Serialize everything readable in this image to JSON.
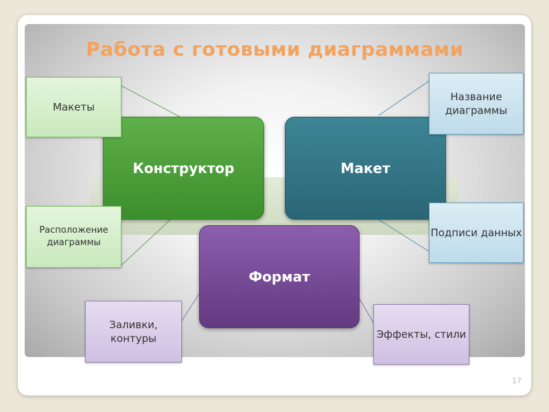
{
  "slide": {
    "title": "Работа с готовыми диаграммами",
    "page_number": "17"
  },
  "main_blocks": {
    "constructor": "Конструктор",
    "layout": "Макет",
    "format": "Формат"
  },
  "callouts": {
    "layouts": "Макеты",
    "chart_placement": "Расположение диаграммы",
    "chart_title": "Название диаграммы",
    "data_labels": "Подписи данных",
    "fills_outlines": "Заливки, контуры",
    "effects_styles": "Эффекты, стили"
  },
  "colors": {
    "title": "#f2a35f",
    "green": "#4a9e3a",
    "teal": "#327383",
    "purple": "#74489a"
  }
}
